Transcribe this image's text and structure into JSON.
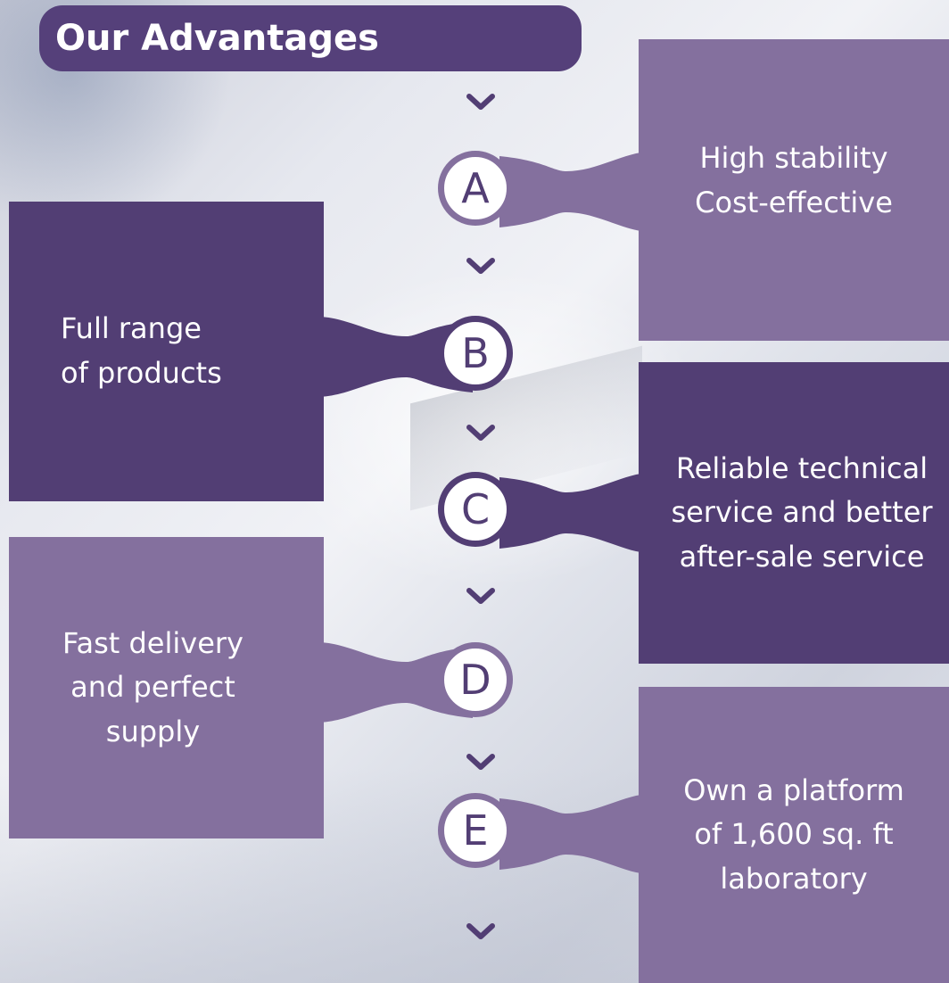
{
  "title": "Our Advantages",
  "items": [
    {
      "letter": "A",
      "lines": [
        "High stability",
        "Cost-effective"
      ]
    },
    {
      "letter": "B",
      "lines": [
        "Full range",
        "of products"
      ]
    },
    {
      "letter": "C",
      "lines": [
        "Reliable technical",
        "service and better",
        "after-sale service"
      ]
    },
    {
      "letter": "D",
      "lines": [
        "Fast delivery",
        "and perfect",
        "supply"
      ]
    },
    {
      "letter": "E",
      "lines": [
        "Own a platform",
        "of 1,600 sq. ft",
        "laboratory"
      ]
    }
  ],
  "colors": {
    "dark_purple": "#523e74",
    "light_purple": "#84709e",
    "title_purple": "#55407a"
  },
  "icons": {
    "chevron": "chevron-down-icon"
  }
}
